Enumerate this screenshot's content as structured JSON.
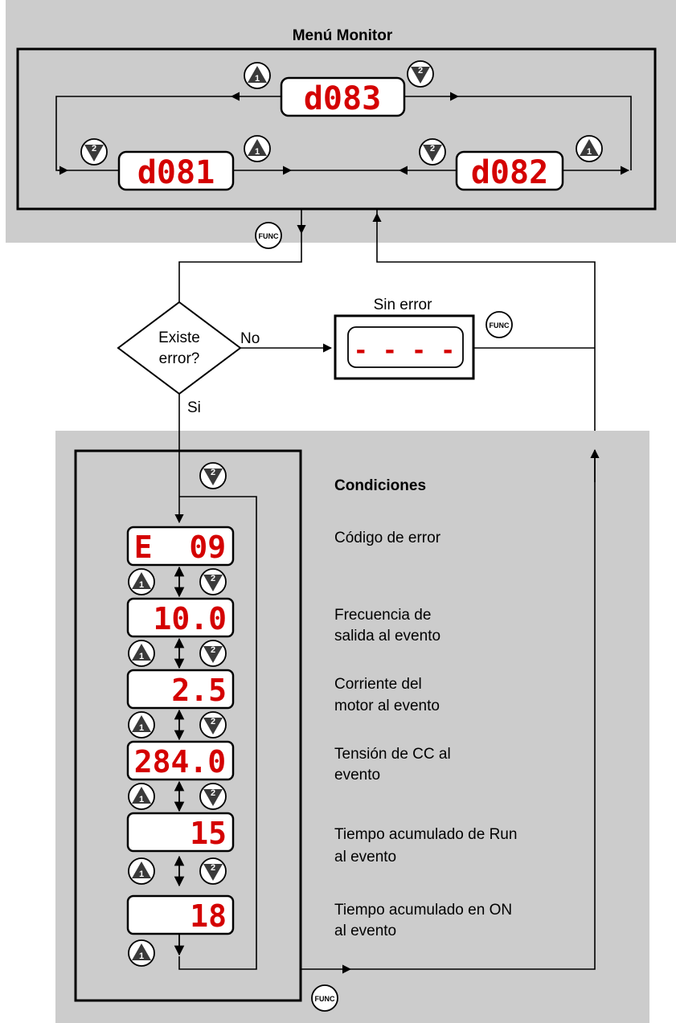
{
  "colors": {
    "panel": "#cccccc",
    "segment": "#d40000",
    "line": "#000000",
    "key_fill": "#3a3a3a"
  },
  "monitor_menu": {
    "title": "Menú Monitor",
    "displays": {
      "top": "d083",
      "left": "d081",
      "right": "d082"
    }
  },
  "keys": {
    "up": "1",
    "down": "2",
    "func": "FUNC"
  },
  "decision": {
    "line1": "Existe",
    "line2": "error?",
    "no_label": "No",
    "yes_label": "Si"
  },
  "no_error": {
    "title": "Sin error",
    "display": "- - - -"
  },
  "conditions": {
    "title": "Condiciones",
    "items": [
      {
        "display": "E  09",
        "line1": "Código de error",
        "line2": ""
      },
      {
        "display": "10.0",
        "line1": "Frecuencia de",
        "line2": "salida al evento"
      },
      {
        "display": "2.5",
        "line1": "Corriente del",
        "line2": "motor al evento"
      },
      {
        "display": "284.0",
        "line1": "Tensión de CC al",
        "line2": "evento"
      },
      {
        "display": "15",
        "line1": "Tiempo acumulado de Run",
        "line2": "al evento"
      },
      {
        "display": "18",
        "line1": "Tiempo acumulado en ON",
        "line2": "al evento"
      }
    ]
  }
}
